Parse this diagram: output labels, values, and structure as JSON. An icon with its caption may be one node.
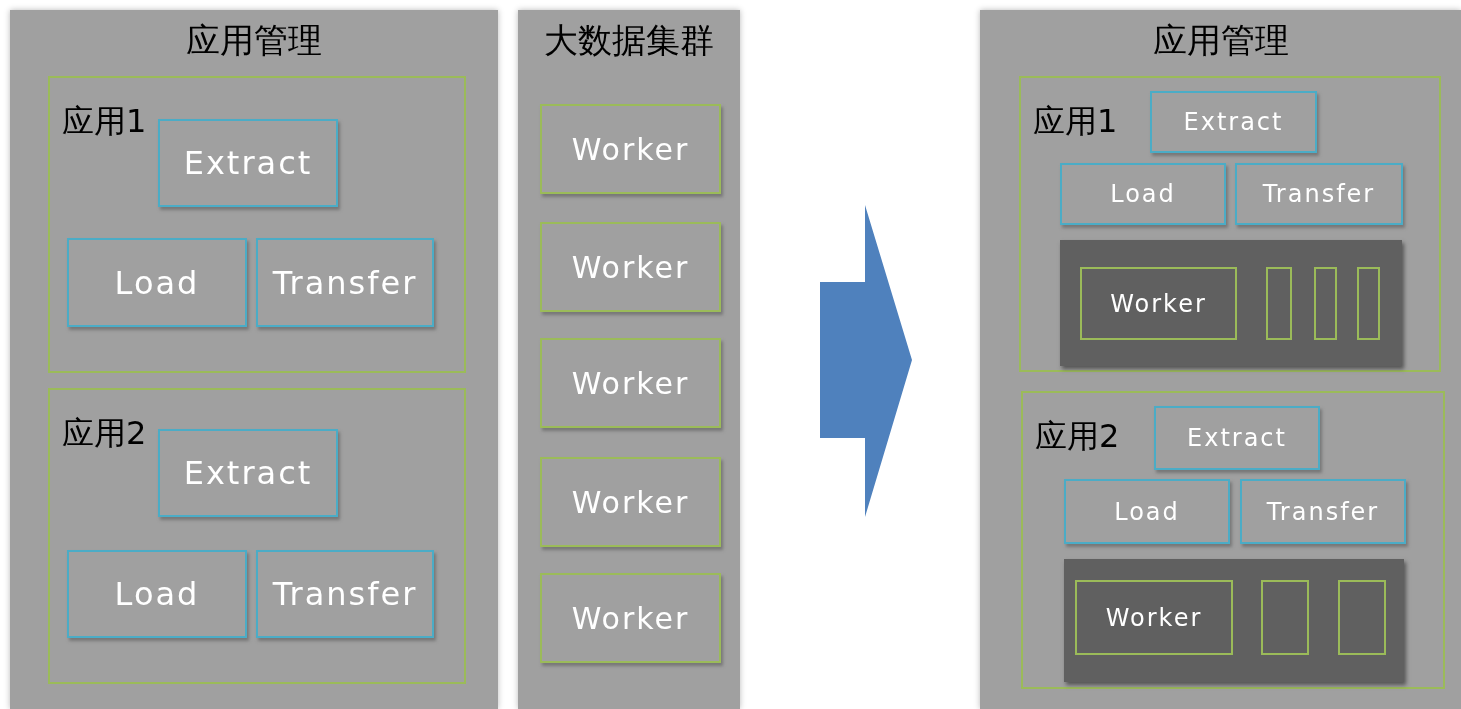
{
  "diagram": {
    "nodes": [
      {
        "text": [
          "应用管理"
        ]
      },
      {
        "text": [
          "应用1"
        ],
        "in": 0
      },
      {
        "text": [
          "Extract"
        ],
        "in": 1
      },
      {
        "text": [
          "Load"
        ],
        "in": 1
      },
      {
        "text": [
          "Transfer"
        ],
        "in": 1
      },
      {
        "text": [
          "应用2"
        ],
        "in": 0
      },
      {
        "text": [
          "Extract"
        ],
        "in": 5
      },
      {
        "text": [
          "Load"
        ],
        "in": 5
      },
      {
        "text": [
          "Transfer"
        ],
        "in": 5
      },
      {
        "text": [
          "大数据集群"
        ]
      },
      {
        "text": [
          "Worker"
        ],
        "in": 9
      },
      {
        "text": [
          "Worker"
        ],
        "in": 9
      },
      {
        "text": [
          "Worker"
        ],
        "in": 9
      },
      {
        "text": [
          "Worker"
        ],
        "in": 9
      },
      {
        "text": [
          "Worker"
        ],
        "in": 9
      },
      {
        "text": [
          "应用管理"
        ]
      },
      {
        "text": [
          "应用1"
        ],
        "in": 15
      },
      {
        "text": [
          "Extract"
        ],
        "in": 16
      },
      {
        "text": [
          "Load"
        ],
        "in": 16
      },
      {
        "text": [
          "Transfer"
        ],
        "in": 16
      },
      {
        "text": [],
        "shape": "box",
        "in": 16
      },
      {
        "text": [
          "Worker"
        ],
        "in": 20
      },
      {
        "text": [],
        "shape": "box",
        "in": 20
      },
      {
        "text": [],
        "shape": "box",
        "in": 20
      },
      {
        "text": [],
        "shape": "box",
        "in": 20
      },
      {
        "text": [
          "应用2"
        ],
        "in": 15
      },
      {
        "text": [
          "Extract"
        ],
        "in": 25
      },
      {
        "text": [
          "Load"
        ],
        "in": 25
      },
      {
        "text": [
          "Transfer"
        ],
        "in": 25
      },
      {
        "text": [],
        "shape": "box",
        "in": 25
      },
      {
        "text": [
          "Worker"
        ],
        "in": 29
      },
      {
        "text": [],
        "shape": "box",
        "in": 29
      },
      {
        "text": [],
        "shape": "box",
        "in": 29
      }
    ],
    "edges": [
      {
        "from": 9,
        "to": 15,
        "arrow": "to",
        "style": "thick",
        "color": "#4f81bd"
      }
    ]
  }
}
